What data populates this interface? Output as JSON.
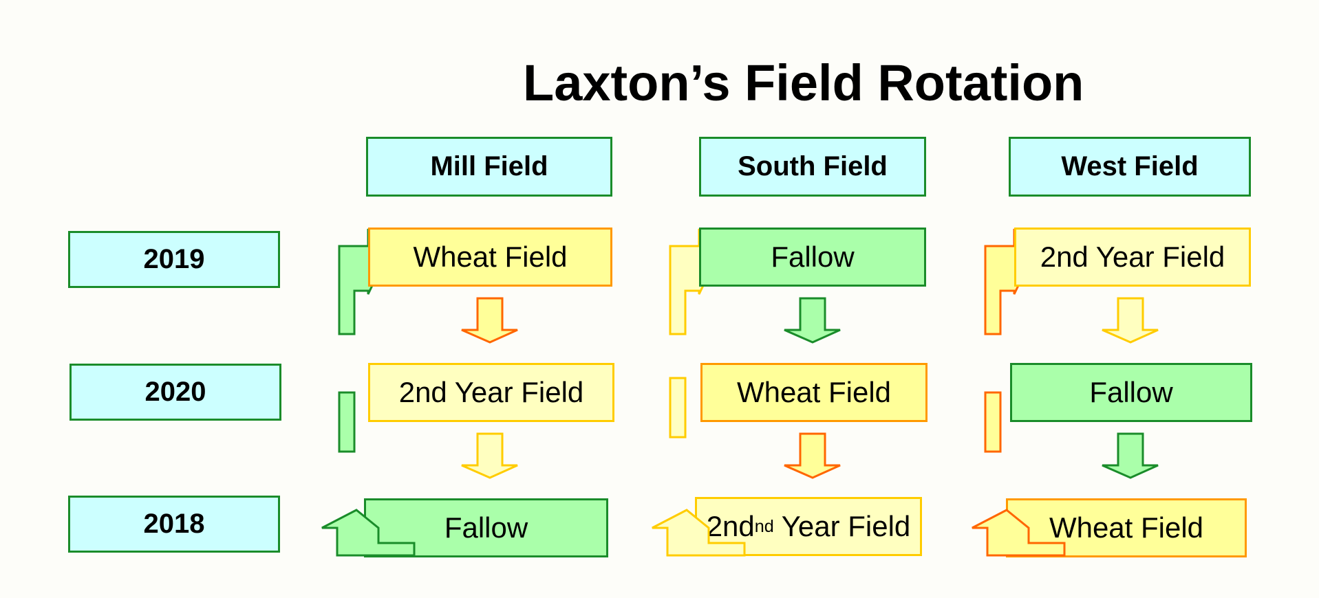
{
  "title": "Laxton’s Field Rotation",
  "columns": [
    "Mill Field",
    "South Field",
    "West Field"
  ],
  "years": [
    "2019",
    "2020",
    "2018"
  ],
  "grid": [
    [
      "Wheat Field",
      "Fallow",
      "2nd Year Field"
    ],
    [
      "2nd Year Field",
      "Wheat Field",
      "Fallow"
    ],
    [
      "Fallow",
      "2nd",
      "Wheat Field"
    ]
  ],
  "grid_suffix": {
    "south_2018_sup": "nd",
    "south_2018_rest": " Year Field"
  },
  "colors": {
    "header_fill": "#ccffff",
    "header_border": "#1a8c2a",
    "wheat_fill": "#ffff99",
    "wheat_border": "#ff9900",
    "fallow_fill": "#aaffaa",
    "fallow_border": "#1a8c2a",
    "second_year_fill": "#ffffc0",
    "second_year_border": "#ffcc00"
  }
}
